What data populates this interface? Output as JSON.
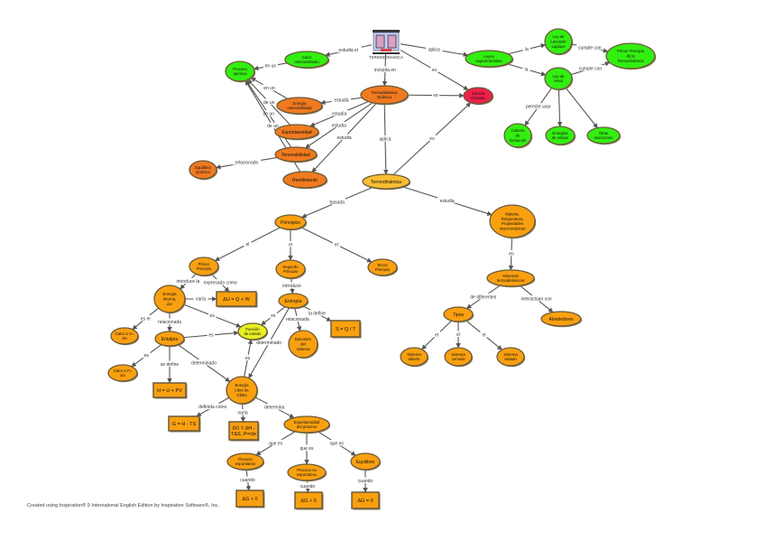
{
  "colors": {
    "green": "#33ee11",
    "orange_dark": "#f07a20",
    "orange": "#f9a010",
    "yellow_orange": "#f8bd30",
    "yellow": "#e8f020",
    "red": "#f0204a",
    "stroke": "#6b5a3a",
    "edge": "#555555"
  },
  "root": {
    "label": "TERMODINAMICA",
    "icon": "thermodynamics-machine-icon"
  },
  "nodes": [
    {
      "id": "calor",
      "label": [
        "Calor",
        "Intercambiado"
      ],
      "color": "green"
    },
    {
      "id": "proceso",
      "label": [
        "Proceso",
        "químico"
      ],
      "color": "green"
    },
    {
      "id": "leyes",
      "label": [
        "Leyes",
        "experimentales"
      ],
      "color": "green"
    },
    {
      "id": "lavoisier",
      "label": [
        "Ley de",
        "Lavoisier",
        "Laplace"
      ],
      "color": "green"
    },
    {
      "id": "hess",
      "label": [
        "Ley de",
        "Hess"
      ],
      "color": "green"
    },
    {
      "id": "primerp",
      "label": [
        "Primer Principio",
        "de la",
        "Termodinámica"
      ],
      "color": "green"
    },
    {
      "id": "calores",
      "label": [
        "Calores",
        "de",
        "formación"
      ],
      "color": "green"
    },
    {
      "id": "enlace",
      "label": [
        "Energías",
        "de enlace"
      ],
      "color": "green"
    },
    {
      "id": "otras",
      "label": [
        "Otras",
        "reacciones"
      ],
      "color": "green"
    },
    {
      "id": "tq",
      "label": [
        "Termodinámica",
        "Química"
      ],
      "color": "orange_dark"
    },
    {
      "id": "ciencia",
      "label": [
        "Ciencia",
        "Cerrada"
      ],
      "color": "red"
    },
    {
      "id": "eint",
      "label": [
        "Energía",
        "Intercambiada"
      ],
      "color": "orange_dark"
    },
    {
      "id": "espon",
      "label": [
        "Espontaneidad"
      ],
      "color": "orange_dark"
    },
    {
      "id": "rever",
      "label": [
        "Reversibilidad"
      ],
      "color": "orange_dark"
    },
    {
      "id": "equiq",
      "label": [
        "Equilibrio",
        "Químico"
      ],
      "color": "orange_dark"
    },
    {
      "id": "rend",
      "label": [
        "Rendimiento"
      ],
      "color": "orange_dark"
    },
    {
      "id": "tclas",
      "label": [
        "Termodinámica"
      ],
      "color": "yellow_orange"
    },
    {
      "id": "princ",
      "label": [
        "Principios"
      ],
      "color": "orange"
    },
    {
      "id": "p1",
      "label": [
        "Primer",
        "Principio"
      ],
      "color": "orange"
    },
    {
      "id": "p2",
      "label": [
        "Segundo",
        "Principio"
      ],
      "color": "orange"
    },
    {
      "id": "p3",
      "label": [
        "Tercer",
        "Principio"
      ],
      "color": "orange"
    },
    {
      "id": "u",
      "label": [
        "Energía",
        "Interna,",
        "ΔU"
      ],
      "color": "orange"
    },
    {
      "id": "dubox",
      "label": [
        "ΔU = Q + W"
      ],
      "color": "orange",
      "shape": "rect"
    },
    {
      "id": "entro",
      "label": [
        "Entropía"
      ],
      "color": "orange"
    },
    {
      "id": "cv",
      "label": [
        "Calor a V=",
        "cte"
      ],
      "color": "orange"
    },
    {
      "id": "ental",
      "label": [
        "Entalpía"
      ],
      "color": "orange"
    },
    {
      "id": "func",
      "label": [
        "Función",
        "de estado"
      ],
      "color": "yellow"
    },
    {
      "id": "desor",
      "label": [
        "Desorden",
        "del",
        "sistema"
      ],
      "color": "orange"
    },
    {
      "id": "sbox",
      "label": [
        "S = Q / T"
      ],
      "color": "orange",
      "shape": "rect"
    },
    {
      "id": "cp",
      "label": [
        "Calor a P=",
        "cte"
      ],
      "color": "orange"
    },
    {
      "id": "hbox",
      "label": [
        "H = U + PV"
      ],
      "color": "orange",
      "shape": "rect"
    },
    {
      "id": "gibbs",
      "label": [
        "Energía",
        "Libre de",
        "Gibbs"
      ],
      "color": "orange"
    },
    {
      "id": "gbox",
      "label": [
        "G = H - TS"
      ],
      "color": "orange",
      "shape": "rect"
    },
    {
      "id": "dgbox",
      "label": [
        "ΔG = ΔH -",
        "TΔS, P=cte"
      ],
      "color": "orange",
      "shape": "rect"
    },
    {
      "id": "espp",
      "label": [
        "Espontaneidad",
        "del proceso"
      ],
      "color": "orange"
    },
    {
      "id": "pesp",
      "label": [
        "Proceso",
        "espontáneo"
      ],
      "color": "orange"
    },
    {
      "id": "pnoesp",
      "label": [
        "Proceso no",
        "espontáneo"
      ],
      "color": "orange"
    },
    {
      "id": "equil",
      "label": [
        "Equilibrio"
      ],
      "color": "orange"
    },
    {
      "id": "b1",
      "label": [
        "ΔG < 0"
      ],
      "color": "orange",
      "shape": "rect"
    },
    {
      "id": "b2",
      "label": [
        "ΔG > 0"
      ],
      "color": "orange",
      "shape": "rect"
    },
    {
      "id": "b3",
      "label": [
        "ΔG = 0"
      ],
      "color": "orange",
      "shape": "rect"
    },
    {
      "id": "mat",
      "label": [
        "Materia,",
        "Temperatura,",
        "Propiedades",
        "macroscópicas"
      ],
      "color": "orange"
    },
    {
      "id": "sist",
      "label": [
        "Sistemas",
        "termodinámicos"
      ],
      "color": "orange"
    },
    {
      "id": "tipos",
      "label": [
        "Tipos"
      ],
      "color": "orange"
    },
    {
      "id": "alre",
      "label": [
        "Alrededores"
      ],
      "color": "orange"
    },
    {
      "id": "abier",
      "label": [
        "Sistema",
        "abierto"
      ],
      "color": "orange"
    },
    {
      "id": "cerr",
      "label": [
        "Sistema",
        "cerrado"
      ],
      "color": "orange"
    },
    {
      "id": "aisl",
      "label": [
        "Sistema",
        "aislado"
      ],
      "color": "orange"
    }
  ],
  "edges": [
    {
      "from": "root",
      "to": "calor",
      "label": "estudia el"
    },
    {
      "from": "calor",
      "to": "proceso",
      "label": "en un"
    },
    {
      "from": "root",
      "to": "leyes",
      "label": "aplica"
    },
    {
      "from": "root",
      "to": "ciencia",
      "label": "es"
    },
    {
      "from": "root",
      "to": "tq",
      "label": "incluida en"
    },
    {
      "from": "leyes",
      "to": "lavoisier",
      "label": "la"
    },
    {
      "from": "leyes",
      "to": "hess",
      "label": "la"
    },
    {
      "from": "lavoisier",
      "to": "primerp",
      "label": "cumple con"
    },
    {
      "from": "hess",
      "to": "primerp",
      "label": "cumple con"
    },
    {
      "from": "hess",
      "to": "calores",
      "label": "permite usar"
    },
    {
      "from": "hess",
      "to": "enlace",
      "label": ""
    },
    {
      "from": "hess",
      "to": "otras",
      "label": ""
    },
    {
      "from": "tq",
      "to": "ciencia",
      "label": "es"
    },
    {
      "from": "tq",
      "to": "eint",
      "label": "estudia"
    },
    {
      "from": "tq",
      "to": "espon",
      "label": "estudia"
    },
    {
      "from": "tq",
      "to": "rever",
      "label": "estudia"
    },
    {
      "from": "tq",
      "to": "rend",
      "label": "estudia"
    },
    {
      "from": "tq",
      "to": "tclas",
      "label": "aplica"
    },
    {
      "from": "tclas",
      "to": "ciencia",
      "label": "es"
    },
    {
      "from": "eint",
      "to": "proceso",
      "label": "en un"
    },
    {
      "from": "espon",
      "to": "proceso",
      "label": "de un"
    },
    {
      "from": "rever",
      "to": "proceso",
      "label": "de un"
    },
    {
      "from": "rend",
      "to": "proceso",
      "label": "de un"
    },
    {
      "from": "rever",
      "to": "equiq",
      "label": "relacionado"
    },
    {
      "from": "tclas",
      "to": "princ",
      "label": "basada"
    },
    {
      "from": "tclas",
      "to": "mat",
      "label": "estudia"
    },
    {
      "from": "princ",
      "to": "p1",
      "label": "el"
    },
    {
      "from": "princ",
      "to": "p2",
      "label": "el"
    },
    {
      "from": "princ",
      "to": "p3",
      "label": "el"
    },
    {
      "from": "p1",
      "to": "u",
      "label": "introduce la"
    },
    {
      "from": "p1",
      "to": "dubox",
      "label": "expresado como"
    },
    {
      "from": "u",
      "to": "dubox",
      "label": "varía"
    },
    {
      "from": "u",
      "to": "func",
      "label": "es"
    },
    {
      "from": "u",
      "to": "cv",
      "label": "es el"
    },
    {
      "from": "u",
      "to": "ental",
      "label": "relacionada"
    },
    {
      "from": "ental",
      "to": "func",
      "label": "es"
    },
    {
      "from": "ental",
      "to": "cp",
      "label": "es"
    },
    {
      "from": "ental",
      "to": "hbox",
      "label": "se define"
    },
    {
      "from": "ental",
      "to": "gibbs",
      "label": "determinado"
    },
    {
      "from": "p2",
      "to": "entro",
      "label": "introduce"
    },
    {
      "from": "entro",
      "to": "func",
      "label": "es"
    },
    {
      "from": "entro",
      "to": "desor",
      "label": "relacionada"
    },
    {
      "from": "entro",
      "to": "sbox",
      "label": "la define"
    },
    {
      "from": "entro",
      "to": "gibbs",
      "label": "determinado"
    },
    {
      "from": "gibbs",
      "to": "func",
      "label": "es"
    },
    {
      "from": "gibbs",
      "to": "gbox",
      "label": "definida como"
    },
    {
      "from": "gibbs",
      "to": "dgbox",
      "label": "varía"
    },
    {
      "from": "gibbs",
      "to": "espp",
      "label": "determina"
    },
    {
      "from": "espp",
      "to": "pesp",
      "label": "que es"
    },
    {
      "from": "espp",
      "to": "pnoesp",
      "label": "que es"
    },
    {
      "from": "espp",
      "to": "equil",
      "label": "que es"
    },
    {
      "from": "pesp",
      "to": "b1",
      "label": "cuando"
    },
    {
      "from": "pnoesp",
      "to": "b2",
      "label": "cuando"
    },
    {
      "from": "equil",
      "to": "b3",
      "label": "cuando"
    },
    {
      "from": "mat",
      "to": "sist",
      "label": "en"
    },
    {
      "from": "sist",
      "to": "tipos",
      "label": "de diferentes"
    },
    {
      "from": "sist",
      "to": "alre",
      "label": "interactúan con"
    },
    {
      "from": "tipos",
      "to": "abier",
      "label": "el"
    },
    {
      "from": "tipos",
      "to": "cerr",
      "label": "el"
    },
    {
      "from": "tipos",
      "to": "aisl",
      "label": "el"
    }
  ],
  "footer": "Created using Inspiration® 9 International English Edition by Inspiration Software®, Inc."
}
